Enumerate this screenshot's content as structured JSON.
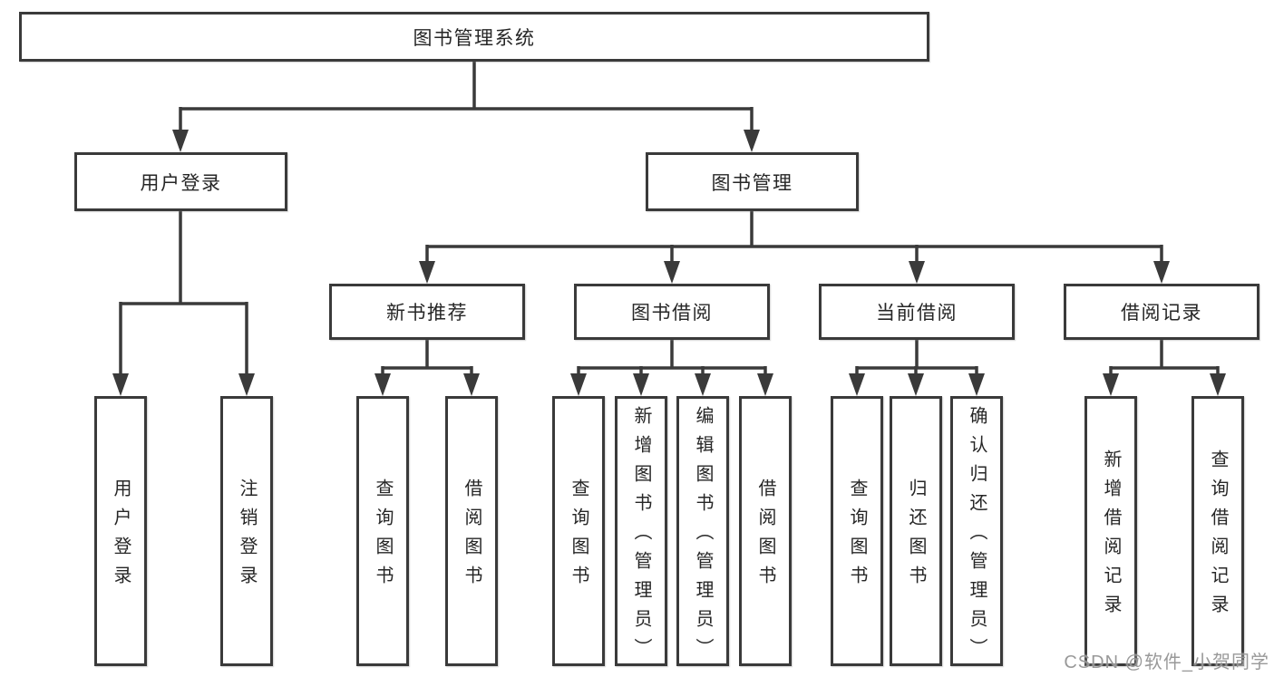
{
  "title": "图书管理系统",
  "watermark": "CSDN @软件_小贺同学",
  "colors": {
    "line": "#3a3a3a",
    "text": "#262626",
    "background": "#ffffff",
    "watermark": "#949494"
  },
  "nodes": {
    "root": "图书管理系统",
    "user_login": "用户登录",
    "book_mgmt": "图书管理",
    "new_book_rec": "新书推荐",
    "book_borrow": "图书借阅",
    "current_borrow": "当前借阅",
    "borrow_record": "借阅记录",
    "leaf_user_login": "用户登录",
    "leaf_logout": "注销登录",
    "rec_query_book": "查询图书",
    "rec_borrow_book": "借阅图书",
    "bb_query_book": "查询图书",
    "bb_add_book": "新增图书（管理员）",
    "bb_edit_book": "编辑图书（管理员）",
    "bb_borrow_book": "借阅图书",
    "cb_query_book": "查询图书",
    "cb_return_book": "归还图书",
    "cb_confirm_return": "确认归还（管理员）",
    "br_add_record": "新增借阅记录",
    "br_query_record": "查询借阅记录"
  },
  "hierarchy": {
    "图书管理系统": {
      "用户登录": [
        "用户登录",
        "注销登录"
      ],
      "图书管理": {
        "新书推荐": [
          "查询图书",
          "借阅图书"
        ],
        "图书借阅": [
          "查询图书",
          "新增图书（管理员）",
          "编辑图书（管理员）",
          "借阅图书"
        ],
        "当前借阅": [
          "查询图书",
          "归还图书",
          "确认归还（管理员）"
        ],
        "借阅记录": [
          "新增借阅记录",
          "查询借阅记录"
        ]
      }
    }
  }
}
